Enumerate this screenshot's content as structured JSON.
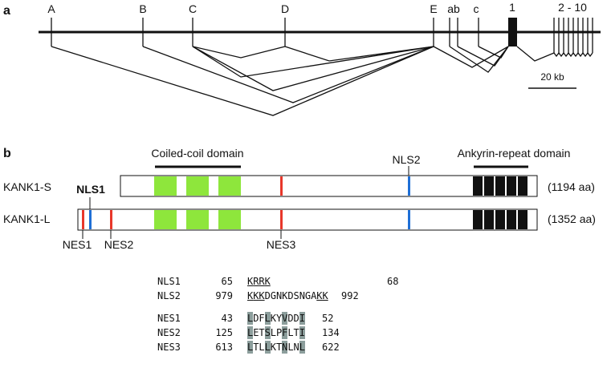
{
  "panel_a": {
    "panel_label": "a",
    "exon_labels": [
      "A",
      "B",
      "C",
      "D",
      "E",
      "ab",
      "c",
      "1",
      "2 - 10"
    ],
    "scale_bar_label": "20 kb"
  },
  "panel_b": {
    "panel_label": "b",
    "domain_labels": {
      "coiled_coil": "Coiled-coil domain",
      "ankyrin": "Ankyrin-repeat domain"
    },
    "isoforms": [
      {
        "name": "KANK1-S",
        "length": "(1194 aa)"
      },
      {
        "name": "KANK1-L",
        "length": "(1352 aa)"
      }
    ],
    "signal_labels": {
      "NLS1": "NLS1",
      "NLS2": "NLS2",
      "NES1": "NES1",
      "NES2": "NES2",
      "NES3": "NES3"
    },
    "colors": {
      "coiled_coil": "#8ee63c",
      "ankyrin": "#111111",
      "nes": "#e8372a",
      "nls": "#1f6fd6",
      "highlight": "#8c9e9c"
    }
  },
  "sequences": [
    {
      "name": "NLS1",
      "start": "65",
      "seq": "KRRK",
      "end": "68",
      "underline": [
        0,
        1,
        2,
        3
      ],
      "highlight": []
    },
    {
      "name": "NLS2",
      "start": "979",
      "seq": "KKKDGNKDSNGAKK",
      "end": "992",
      "underline": [
        0,
        1,
        2,
        12,
        13
      ],
      "highlight": []
    },
    {
      "name": "NES1",
      "start": "43",
      "seq": "LDFLKYVDDI",
      "end": "52",
      "underline": [],
      "highlight": [
        0,
        3,
        6,
        9
      ]
    },
    {
      "name": "NES2",
      "start": "125",
      "seq": "LETSLPFLTI",
      "end": "134",
      "underline": [],
      "highlight": [
        0,
        3,
        6,
        9
      ]
    },
    {
      "name": "NES3",
      "start": "613",
      "seq": "LTLLKTNLNL",
      "end": "622",
      "underline": [],
      "highlight": [
        0,
        3,
        6,
        9
      ]
    }
  ]
}
